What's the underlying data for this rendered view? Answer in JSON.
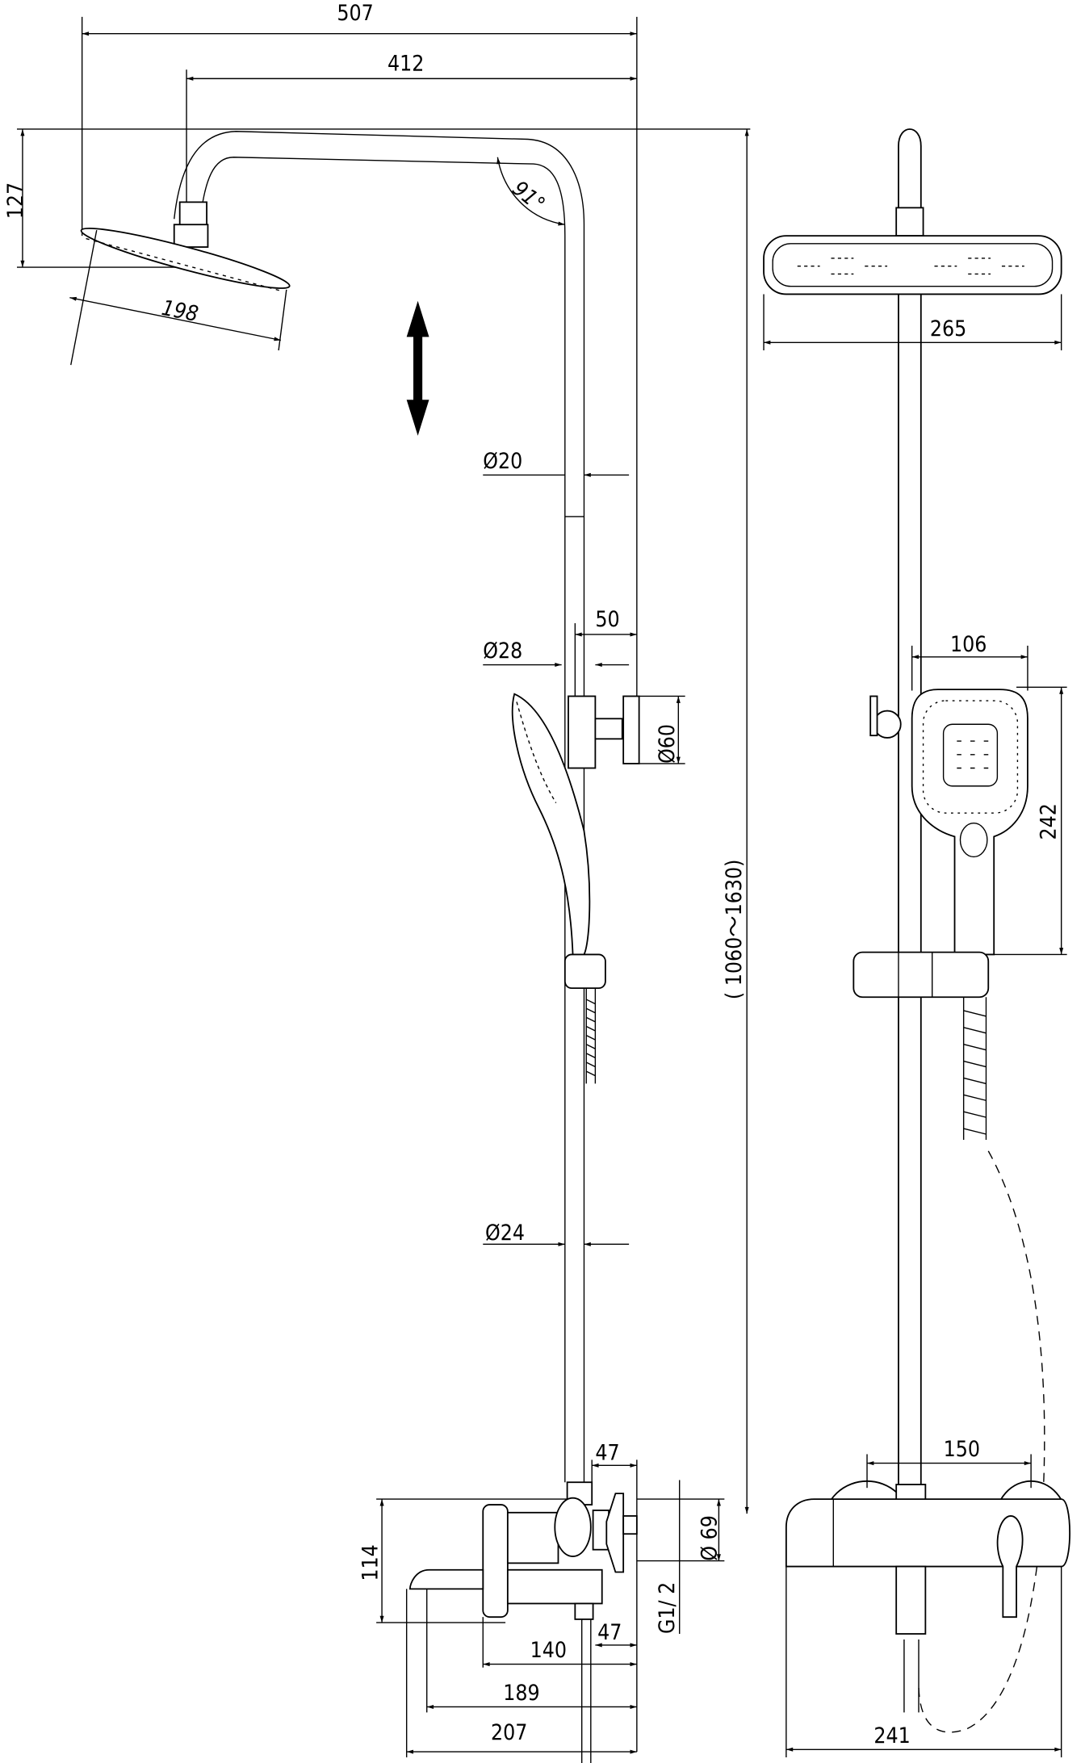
{
  "title": "Shower system dimension drawing",
  "side_view": {
    "overall_width": "507",
    "arm_reach": "412",
    "head_drop": "127",
    "head_diameter": "198",
    "arm_angle": "91°",
    "upper_pipe": "Ø20",
    "bracket_offset": "50",
    "holder_pipe": "Ø28",
    "wall_plate": "Ø60",
    "lower_pipe": "Ø24",
    "height_range": "( 1060～1630)",
    "mixer_offset_top": "47",
    "mixer_flange": "Ø 69",
    "mixer_height": "114",
    "thread": "G1/ 2",
    "outlet_offset": "47",
    "handle_depth": "140",
    "spout_reach": "189",
    "total_depth": "207"
  },
  "front_view": {
    "head_width": "265",
    "handshower_width": "106",
    "handshower_length": "242",
    "mixer_centers": "150",
    "mixer_width": "241"
  }
}
